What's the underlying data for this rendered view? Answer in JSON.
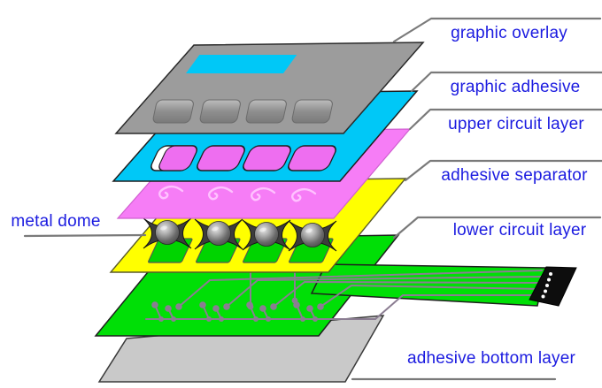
{
  "diagram": {
    "type": "membrane-switch-exploded-view",
    "layers": [
      {
        "name": "graphic overlay",
        "color": "#9c9c9c"
      },
      {
        "name": "graphic adhesive",
        "color": "#00c8f7"
      },
      {
        "name": "upper circuit layer",
        "color": "#f67df6"
      },
      {
        "name": "adhesive separator",
        "color": "#ffff00"
      },
      {
        "name": "lower circuit layer",
        "color": "#00df06"
      },
      {
        "name": "adhesive bottom layer",
        "color": "#c9c9c9"
      }
    ],
    "metal_dome": {
      "label": "metal dome",
      "color": "#3c3c3c"
    },
    "colors": {
      "label_text": "#1b1be0",
      "leader_line": "#7a7a7a",
      "display_window": "#00c8f7",
      "button_pad": "#ee6ef0",
      "overlay_button": "#8a8a8a",
      "window_cutout_green": "#00d400",
      "circuit_trace": "#8b7d92",
      "separator_squiggle": "#ffc2ff",
      "connector": "#0d0d0d",
      "connector_pin": "#ffffff"
    }
  }
}
